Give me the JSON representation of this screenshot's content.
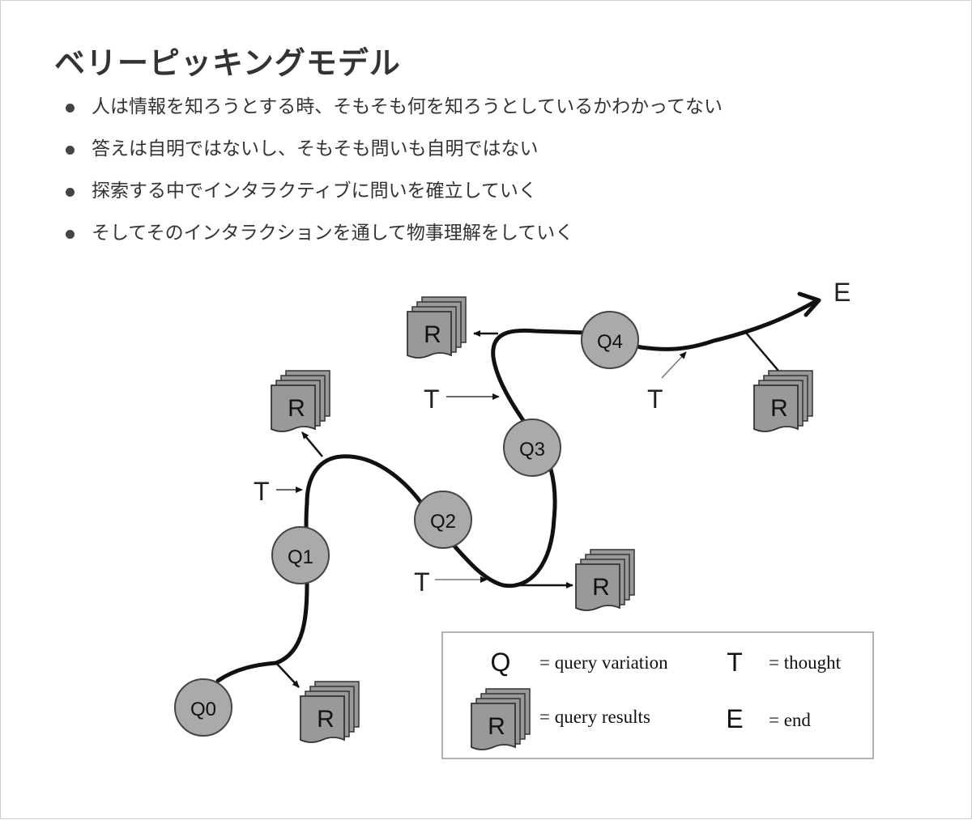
{
  "title": "ベリーピッキングモデル",
  "bullets": [
    "人は情報を知ろうとする時、そもそも何を知ろうとしているかわかってない",
    "答えは自明ではないし、そもそも問いも自明ではない",
    "探索する中でインタラクティブに問いを確立していく",
    "そしてそのインタラクションを通して物事理解をしていく"
  ],
  "diagram": {
    "queries": [
      "Q0",
      "Q1",
      "Q2",
      "Q3",
      "Q4"
    ],
    "result_label": "R",
    "thought_label": "T",
    "end_label": "E",
    "colors": {
      "node_fill": "#aaaaaa",
      "path": "#111111",
      "stack_fill": "#999999"
    }
  },
  "legend": {
    "q_symbol": "Q",
    "q_text": "= query variation",
    "t_symbol": "T",
    "t_text": "= thought",
    "r_symbol": "R",
    "r_text": "= query results",
    "e_symbol": "E",
    "e_text": "= end"
  }
}
